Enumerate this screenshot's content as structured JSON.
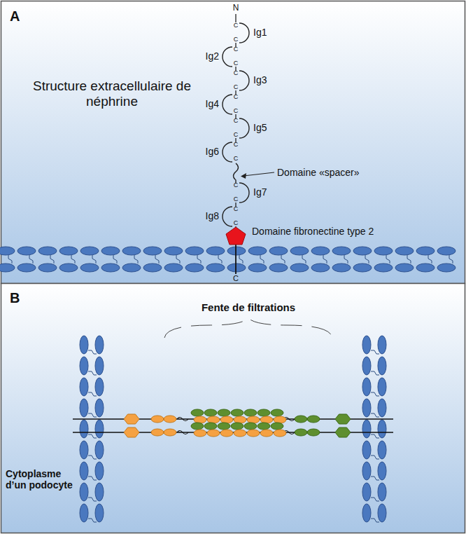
{
  "diagram": {
    "title": "Structure extracellulaire de néphrine",
    "labels": [
      "A",
      "N",
      "Ig1",
      "Ig2",
      "Ig3",
      "Ig4",
      "Ig5",
      "Ig6",
      "Ig7",
      "Ig8",
      "C",
      "C",
      "C",
      "C",
      "C",
      "C",
      "C",
      "C",
      "C",
      "C",
      "C",
      "C",
      "C",
      "C",
      "C",
      "C",
      "Domaine «spacer»",
      "Domaine fibronectine type 2",
      "C",
      "B",
      "Fente de filtrations",
      "Cytoplasme d’un podocyte"
    ]
  }
}
